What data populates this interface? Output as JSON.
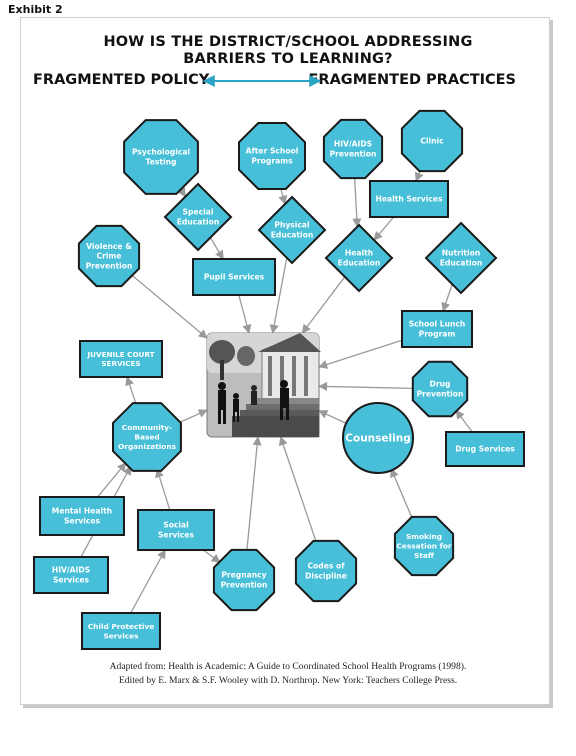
{
  "header": {
    "exhibit": "Exhibit 2",
    "title_line1": "HOW IS THE DISTRICT/SCHOOL ADDRESSING",
    "title_line2": "BARRIERS TO LEARNING?",
    "left_label": "FRAGMENTED POLICY",
    "right_label": "FRAGMENTED PRACTICES"
  },
  "colors": {
    "node_fill": "#47bfd8",
    "node_stroke": "#1a1a1a",
    "arrow": "#9a9a9a",
    "title_arrow": "#2aa3c4"
  },
  "central_image": {
    "name": "school-building-with-students-picture"
  },
  "nodes": [
    {
      "id": "psych",
      "shape": "octagon",
      "lines": [
        "Psychological",
        "Testing"
      ]
    },
    {
      "id": "after",
      "shape": "octagon",
      "lines": [
        "After School",
        "Programs"
      ]
    },
    {
      "id": "hiv-prev",
      "shape": "octagon",
      "lines": [
        "HIV/AIDS",
        "Prevention"
      ]
    },
    {
      "id": "clinic",
      "shape": "octagon",
      "lines": [
        "Clinic"
      ]
    },
    {
      "id": "health-serv",
      "shape": "rect",
      "lines": [
        "Health Services"
      ]
    },
    {
      "id": "special",
      "shape": "diamond",
      "lines": [
        "Special",
        "Education"
      ]
    },
    {
      "id": "physical",
      "shape": "diamond",
      "lines": [
        "Physical",
        "Education"
      ]
    },
    {
      "id": "health-ed",
      "shape": "diamond",
      "lines": [
        "Health",
        "Education"
      ]
    },
    {
      "id": "nutrition",
      "shape": "diamond",
      "lines": [
        "Nutrition",
        "Education"
      ]
    },
    {
      "id": "violence",
      "shape": "octagon",
      "lines": [
        "Violence &",
        "Crime",
        "Prevention"
      ]
    },
    {
      "id": "pupil",
      "shape": "rect",
      "lines": [
        "Pupil Services"
      ]
    },
    {
      "id": "lunch",
      "shape": "rect",
      "lines": [
        "School Lunch",
        "Program"
      ]
    },
    {
      "id": "juvenile",
      "shape": "rect",
      "lines": [
        "JUVENILE COURT",
        "SERVICES"
      ]
    },
    {
      "id": "drug-prev",
      "shape": "octagon",
      "lines": [
        "Drug",
        "Prevention"
      ]
    },
    {
      "id": "community",
      "shape": "octagon",
      "lines": [
        "Community-",
        "Based",
        "Organizations"
      ]
    },
    {
      "id": "counseling",
      "shape": "circle",
      "lines": [
        "Counseling"
      ]
    },
    {
      "id": "drug-serv",
      "shape": "rect",
      "lines": [
        "Drug Services"
      ]
    },
    {
      "id": "mental",
      "shape": "rect",
      "lines": [
        "Mental Health",
        "Services"
      ]
    },
    {
      "id": "social",
      "shape": "rect",
      "lines": [
        "Social",
        "Services"
      ]
    },
    {
      "id": "smoking",
      "shape": "octagon",
      "lines": [
        "Smoking",
        "Cessation for",
        "Staff"
      ]
    },
    {
      "id": "hiv-serv",
      "shape": "rect",
      "lines": [
        "HIV/AIDS",
        "Services"
      ]
    },
    {
      "id": "pregnancy",
      "shape": "octagon",
      "lines": [
        "Pregnancy",
        "Prevention"
      ]
    },
    {
      "id": "codes",
      "shape": "octagon",
      "lines": [
        "Codes of",
        "Discipline"
      ]
    },
    {
      "id": "child",
      "shape": "rect",
      "lines": [
        "Child Protective",
        "Services"
      ]
    }
  ],
  "connections": [
    {
      "from": "psych",
      "to": "special"
    },
    {
      "from": "special",
      "to": "pupil"
    },
    {
      "from": "after",
      "to": "physical"
    },
    {
      "from": "hiv-prev",
      "to": "health-ed"
    },
    {
      "from": "clinic",
      "to": "health-serv"
    },
    {
      "from": "health-serv",
      "to": "health-ed"
    },
    {
      "from": "nutrition",
      "to": "lunch"
    },
    {
      "from": "pupil",
      "to": "center"
    },
    {
      "from": "physical",
      "to": "center"
    },
    {
      "from": "health-ed",
      "to": "center"
    },
    {
      "from": "violence",
      "to": "center"
    },
    {
      "from": "lunch",
      "to": "center"
    },
    {
      "from": "drug-prev",
      "to": "center"
    },
    {
      "from": "counseling",
      "to": "center"
    },
    {
      "from": "drug-serv",
      "to": "drug-prev"
    },
    {
      "from": "community",
      "to": "center"
    },
    {
      "from": "community",
      "to": "juvenile"
    },
    {
      "from": "mental",
      "to": "community"
    },
    {
      "from": "hiv-serv",
      "to": "community"
    },
    {
      "from": "social",
      "to": "community"
    },
    {
      "from": "social",
      "to": "pregnancy"
    },
    {
      "from": "child",
      "to": "social"
    },
    {
      "from": "pregnancy",
      "to": "center"
    },
    {
      "from": "codes",
      "to": "center"
    },
    {
      "from": "smoking",
      "to": "counseling"
    }
  ],
  "caption": {
    "line1": "Adapted from: Health is Academic: A Guide to Coordinated School Health Programs (1998).",
    "line2": "Edited by E. Marx & S.F. Wooley with D. Northrop. New York: Teachers College Press."
  }
}
